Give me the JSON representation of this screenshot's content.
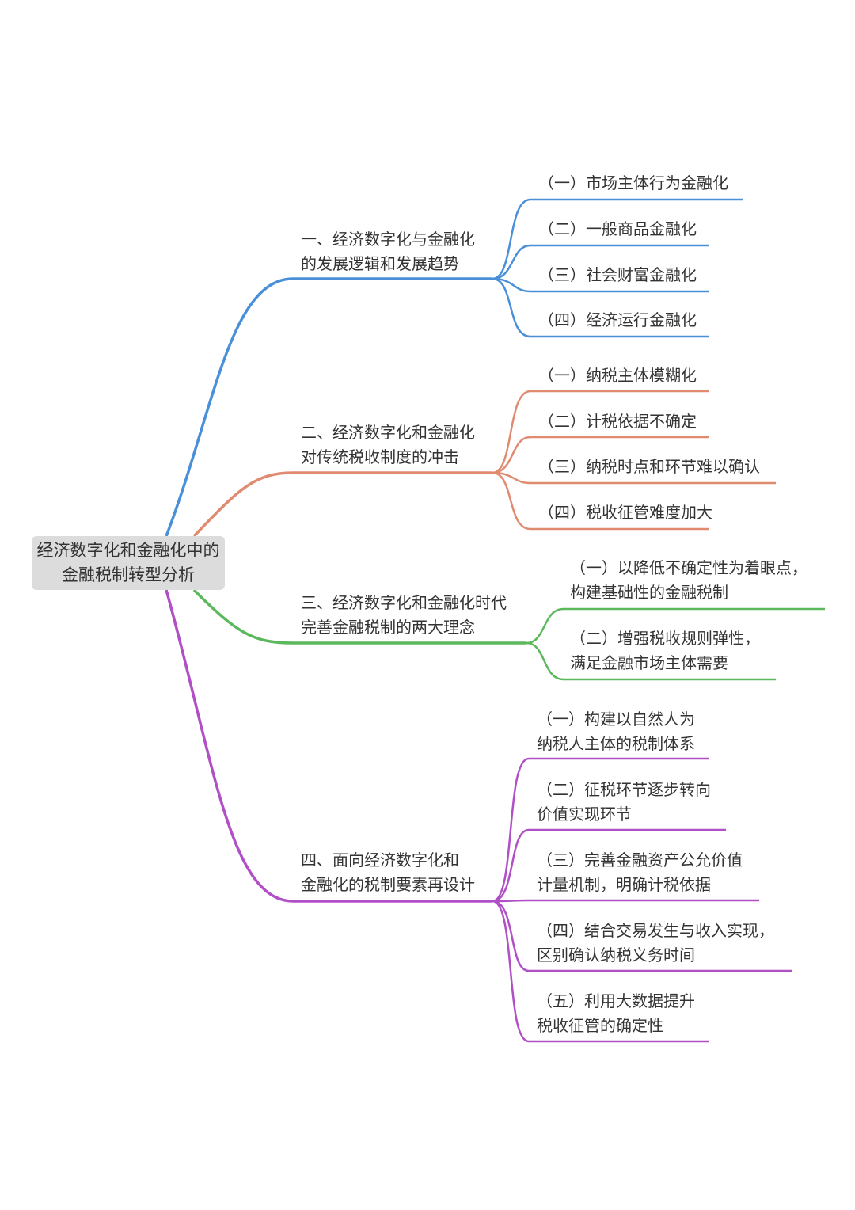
{
  "root": {
    "text": "经济数字化和金融化中的\n金融税制转型分析"
  },
  "colors": {
    "blue": "#4a90d9",
    "orange": "#e08a70",
    "green": "#5cb85c",
    "purple": "#b04fc6",
    "root_bg": "#dcdcdc"
  },
  "branches": [
    {
      "text": "一、经济数字化与金融化\n的发展逻辑和发展趋势",
      "children": [
        "（一）市场主体行为金融化",
        "（二）一般商品金融化",
        "（三）社会财富金融化",
        "（四）经济运行金融化"
      ]
    },
    {
      "text": "二、经济数字化和金融化\n对传统税收制度的冲击",
      "children": [
        "（一）纳税主体模糊化",
        "（二）计税依据不确定",
        "（三）纳税时点和环节难以确认",
        "（四）税收征管难度加大"
      ]
    },
    {
      "text": "三、经济数字化和金融化时代\n完善金融税制的两大理念",
      "children": [
        "（一）以降低不确定性为着眼点，\n构建基础性的金融税制",
        "（二）增强税收规则弹性，\n满足金融市场主体需要"
      ]
    },
    {
      "text": "四、面向经济数字化和\n金融化的税制要素再设计",
      "children": [
        "（一）构建以自然人为\n纳税人主体的税制体系",
        "（二）征税环节逐步转向\n价值实现环节",
        "（三）完善金融资产公允价值\n计量机制，明确计税依据",
        "（四）结合交易发生与收入实现，\n区别确认纳税义务时间",
        "（五）利用大数据提升\n税收征管的确定性"
      ]
    }
  ]
}
